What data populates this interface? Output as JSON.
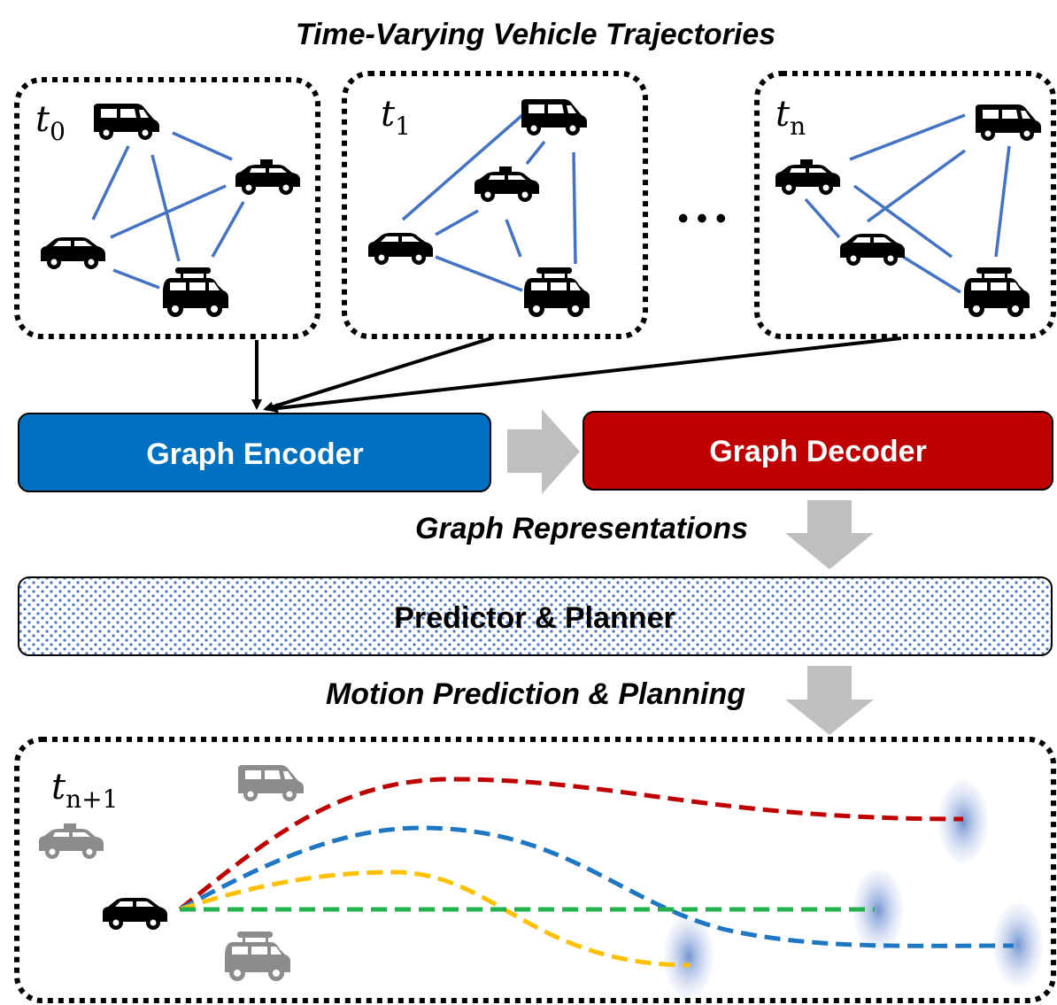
{
  "titles": {
    "top": "Time-Varying Vehicle Trajectories",
    "graph_repr": "Graph Representations",
    "motion": "Motion Prediction & Planning"
  },
  "frames": [
    {
      "label": "t",
      "sub": "0"
    },
    {
      "label": "t",
      "sub": "1"
    },
    {
      "label": "t",
      "sub": "n"
    }
  ],
  "ellipsis": "• • •",
  "prediction_frame": {
    "label": "t",
    "sub": "n+1"
  },
  "encoder": {
    "label": "Graph Encoder",
    "color": "#0070c0"
  },
  "decoder": {
    "label": "Graph Decoder",
    "color": "#c00000"
  },
  "predictor": {
    "label": "Predictor & Planner",
    "dot_color": "#4472c4"
  },
  "colors": {
    "edge": "#4472c4",
    "arrow_gray": "#bfbfbf",
    "traj_red": "#c00000",
    "traj_blue": "#1f77c4",
    "traj_yellow": "#ffc000",
    "traj_green": "#22b14c",
    "ghost_vehicle": "#8c8c8c"
  },
  "icons": [
    "van-icon",
    "taxi-icon",
    "car-icon",
    "suv-icon"
  ]
}
